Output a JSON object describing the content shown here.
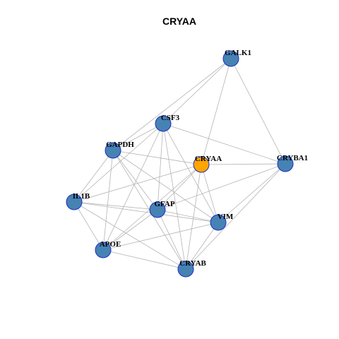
{
  "title": "CRYAA",
  "colors": {
    "node": "#4682b4",
    "highlight": "#ffa500",
    "edge": "#b4b4b4",
    "node_border": "#1f2fbf"
  },
  "nodes": [
    {
      "id": "GALK1",
      "label": "GALK1",
      "highlight": false
    },
    {
      "id": "CSF3",
      "label": "CSF3",
      "highlight": false
    },
    {
      "id": "GAPDH",
      "label": "GAPDH",
      "highlight": false
    },
    {
      "id": "CRYAA",
      "label": "CRYAA",
      "highlight": true
    },
    {
      "id": "CRYBA1",
      "label": "CRYBA1",
      "highlight": false
    },
    {
      "id": "IL1B",
      "label": "IL1B",
      "highlight": false
    },
    {
      "id": "GFAP",
      "label": "GFAP",
      "highlight": false
    },
    {
      "id": "VIM",
      "label": "VIM",
      "highlight": false
    },
    {
      "id": "APOE",
      "label": "APOE",
      "highlight": false
    },
    {
      "id": "CRYAB",
      "label": "CRYAB",
      "highlight": false
    }
  ],
  "edges": [
    [
      "GALK1",
      "GAPDH"
    ],
    [
      "GALK1",
      "CSF3"
    ],
    [
      "GALK1",
      "CRYAA"
    ],
    [
      "GALK1",
      "CRYBA1"
    ],
    [
      "CSF3",
      "GAPDH"
    ],
    [
      "CSF3",
      "CRYBA1"
    ],
    [
      "CSF3",
      "IL1B"
    ],
    [
      "CSF3",
      "GFAP"
    ],
    [
      "CSF3",
      "APOE"
    ],
    [
      "CSF3",
      "VIM"
    ],
    [
      "CSF3",
      "CRYAB"
    ],
    [
      "GAPDH",
      "CRYAA"
    ],
    [
      "GAPDH",
      "IL1B"
    ],
    [
      "GAPDH",
      "GFAP"
    ],
    [
      "GAPDH",
      "VIM"
    ],
    [
      "GAPDH",
      "APOE"
    ],
    [
      "GAPDH",
      "CRYAB"
    ],
    [
      "CRYAA",
      "CRYBA1"
    ],
    [
      "CRYAA",
      "IL1B"
    ],
    [
      "CRYAA",
      "GFAP"
    ],
    [
      "CRYAA",
      "VIM"
    ],
    [
      "CRYAA",
      "APOE"
    ],
    [
      "CRYAA",
      "CRYAB"
    ],
    [
      "CRYBA1",
      "GFAP"
    ],
    [
      "CRYBA1",
      "VIM"
    ],
    [
      "CRYBA1",
      "CRYAB"
    ],
    [
      "IL1B",
      "GFAP"
    ],
    [
      "IL1B",
      "VIM"
    ],
    [
      "IL1B",
      "APOE"
    ],
    [
      "IL1B",
      "CRYAB"
    ],
    [
      "GFAP",
      "VIM"
    ],
    [
      "GFAP",
      "APOE"
    ],
    [
      "GFAP",
      "CRYAB"
    ],
    [
      "VIM",
      "APOE"
    ],
    [
      "VIM",
      "CRYAB"
    ],
    [
      "APOE",
      "CRYAB"
    ]
  ]
}
